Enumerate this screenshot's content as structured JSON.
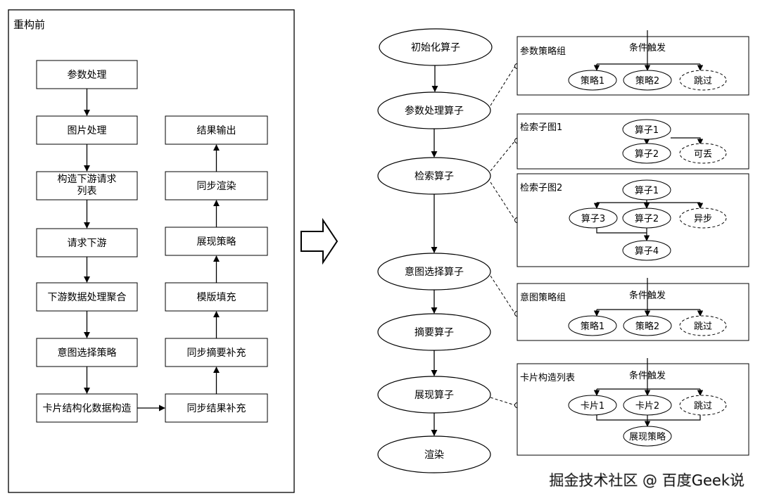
{
  "left": {
    "title": "重构前",
    "col1": [
      "参数处理",
      "图片处理",
      "构造下游请求\n列表",
      "请求下游",
      "下游数据处理聚合",
      "意图选择策略",
      "卡片结构化数据构造"
    ],
    "col2": [
      "结果输出",
      "同步渲染",
      "展现策略",
      "模版填充",
      "同步摘要补充",
      "同步结果补充"
    ]
  },
  "right": {
    "operators": [
      "初始化算子",
      "参数处理算子",
      "检索算子",
      "意图选择算子",
      "摘要算子",
      "展现算子",
      "渲染"
    ],
    "panels": {
      "param": {
        "title": "参数策略组",
        "trigger": "条件触发",
        "nodes": [
          "策略1",
          "策略2",
          "跳过"
        ]
      },
      "sub1": {
        "title": "检索子图1",
        "nodes": [
          "算子1",
          "算子2",
          "可丢"
        ]
      },
      "sub2": {
        "title": "检索子图2",
        "nodes": [
          "算子1",
          "算子3",
          "算子2",
          "异步",
          "算子4"
        ]
      },
      "intent": {
        "title": "意图策略组",
        "trigger": "条件触发",
        "nodes": [
          "策略1",
          "策略2",
          "跳过"
        ]
      },
      "card": {
        "title": "卡片构造列表",
        "trigger": "条件触发",
        "nodes": [
          "卡片1",
          "卡片2",
          "跳过",
          "展现策略"
        ]
      }
    }
  },
  "watermark": "掘金技术社区 @ 百度Geek说"
}
